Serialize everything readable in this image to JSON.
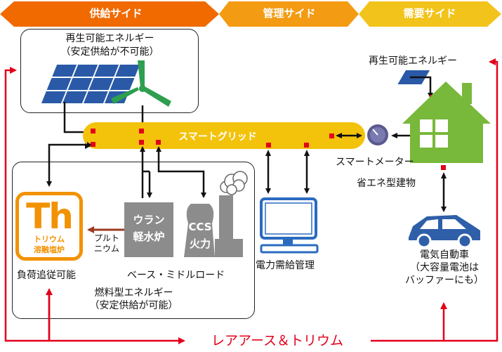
{
  "banners": {
    "supply": "供給サイド",
    "management": "管理サイド",
    "demand": "需要サイド",
    "colors": {
      "supply": "#f06a00",
      "management": "#f39b12",
      "demand": "#f2c31a"
    }
  },
  "renewable_box": {
    "title": "再生可能エネルギー",
    "subtitle": "（安定供給が不可能）"
  },
  "fuel_box": {
    "title": "燃料型エネルギー",
    "subtitle": "（安定供給が可能）"
  },
  "smart_grid_label": "スマートグリッド",
  "thorium": {
    "symbol": "Th",
    "line1": "トリウム",
    "line2": "溶融塩炉",
    "color": "#f29200"
  },
  "plutonium_label_line1": "プルト",
  "plutonium_label_line2": "ニウム",
  "uranium_plant": {
    "line1": "ウラン",
    "line2": "軽水炉"
  },
  "ccs_plant": {
    "line1": "CCS",
    "line2": "火力"
  },
  "load_following": "負荷追従可能",
  "base_middle_load": "ベース・ミドルロード",
  "demand_management": "電力需給管理",
  "home_renewable": "再生可能エネルギー",
  "smart_meter": "スマートメーター",
  "eco_building": "省エネ型建物",
  "ev": {
    "line1": "電気自動車",
    "line2": "（大容量電池は",
    "line3": "バッファーにも）"
  },
  "rare_earth_label": "レアアース＆トリウム",
  "colors": {
    "red": "#e3001b",
    "grid_yellow": "#f3c20b",
    "solar_blue": "#2a5aa7",
    "wind_green": "#2e9e4f",
    "plant_gray": "#8c8c8c",
    "house_green": "#78b83a",
    "monitor_blue": "#2a6bc0",
    "car_blue": "#2f5fa8",
    "meter_purple": "#5a5a8f",
    "connector_red": "#e3001b"
  },
  "icons": [
    "solar-panel-icon",
    "wind-turbine-icon",
    "nuclear-plant-icon",
    "thermal-plant-icon",
    "computer-monitor-icon",
    "house-icon",
    "smart-meter-icon",
    "electric-car-icon"
  ]
}
